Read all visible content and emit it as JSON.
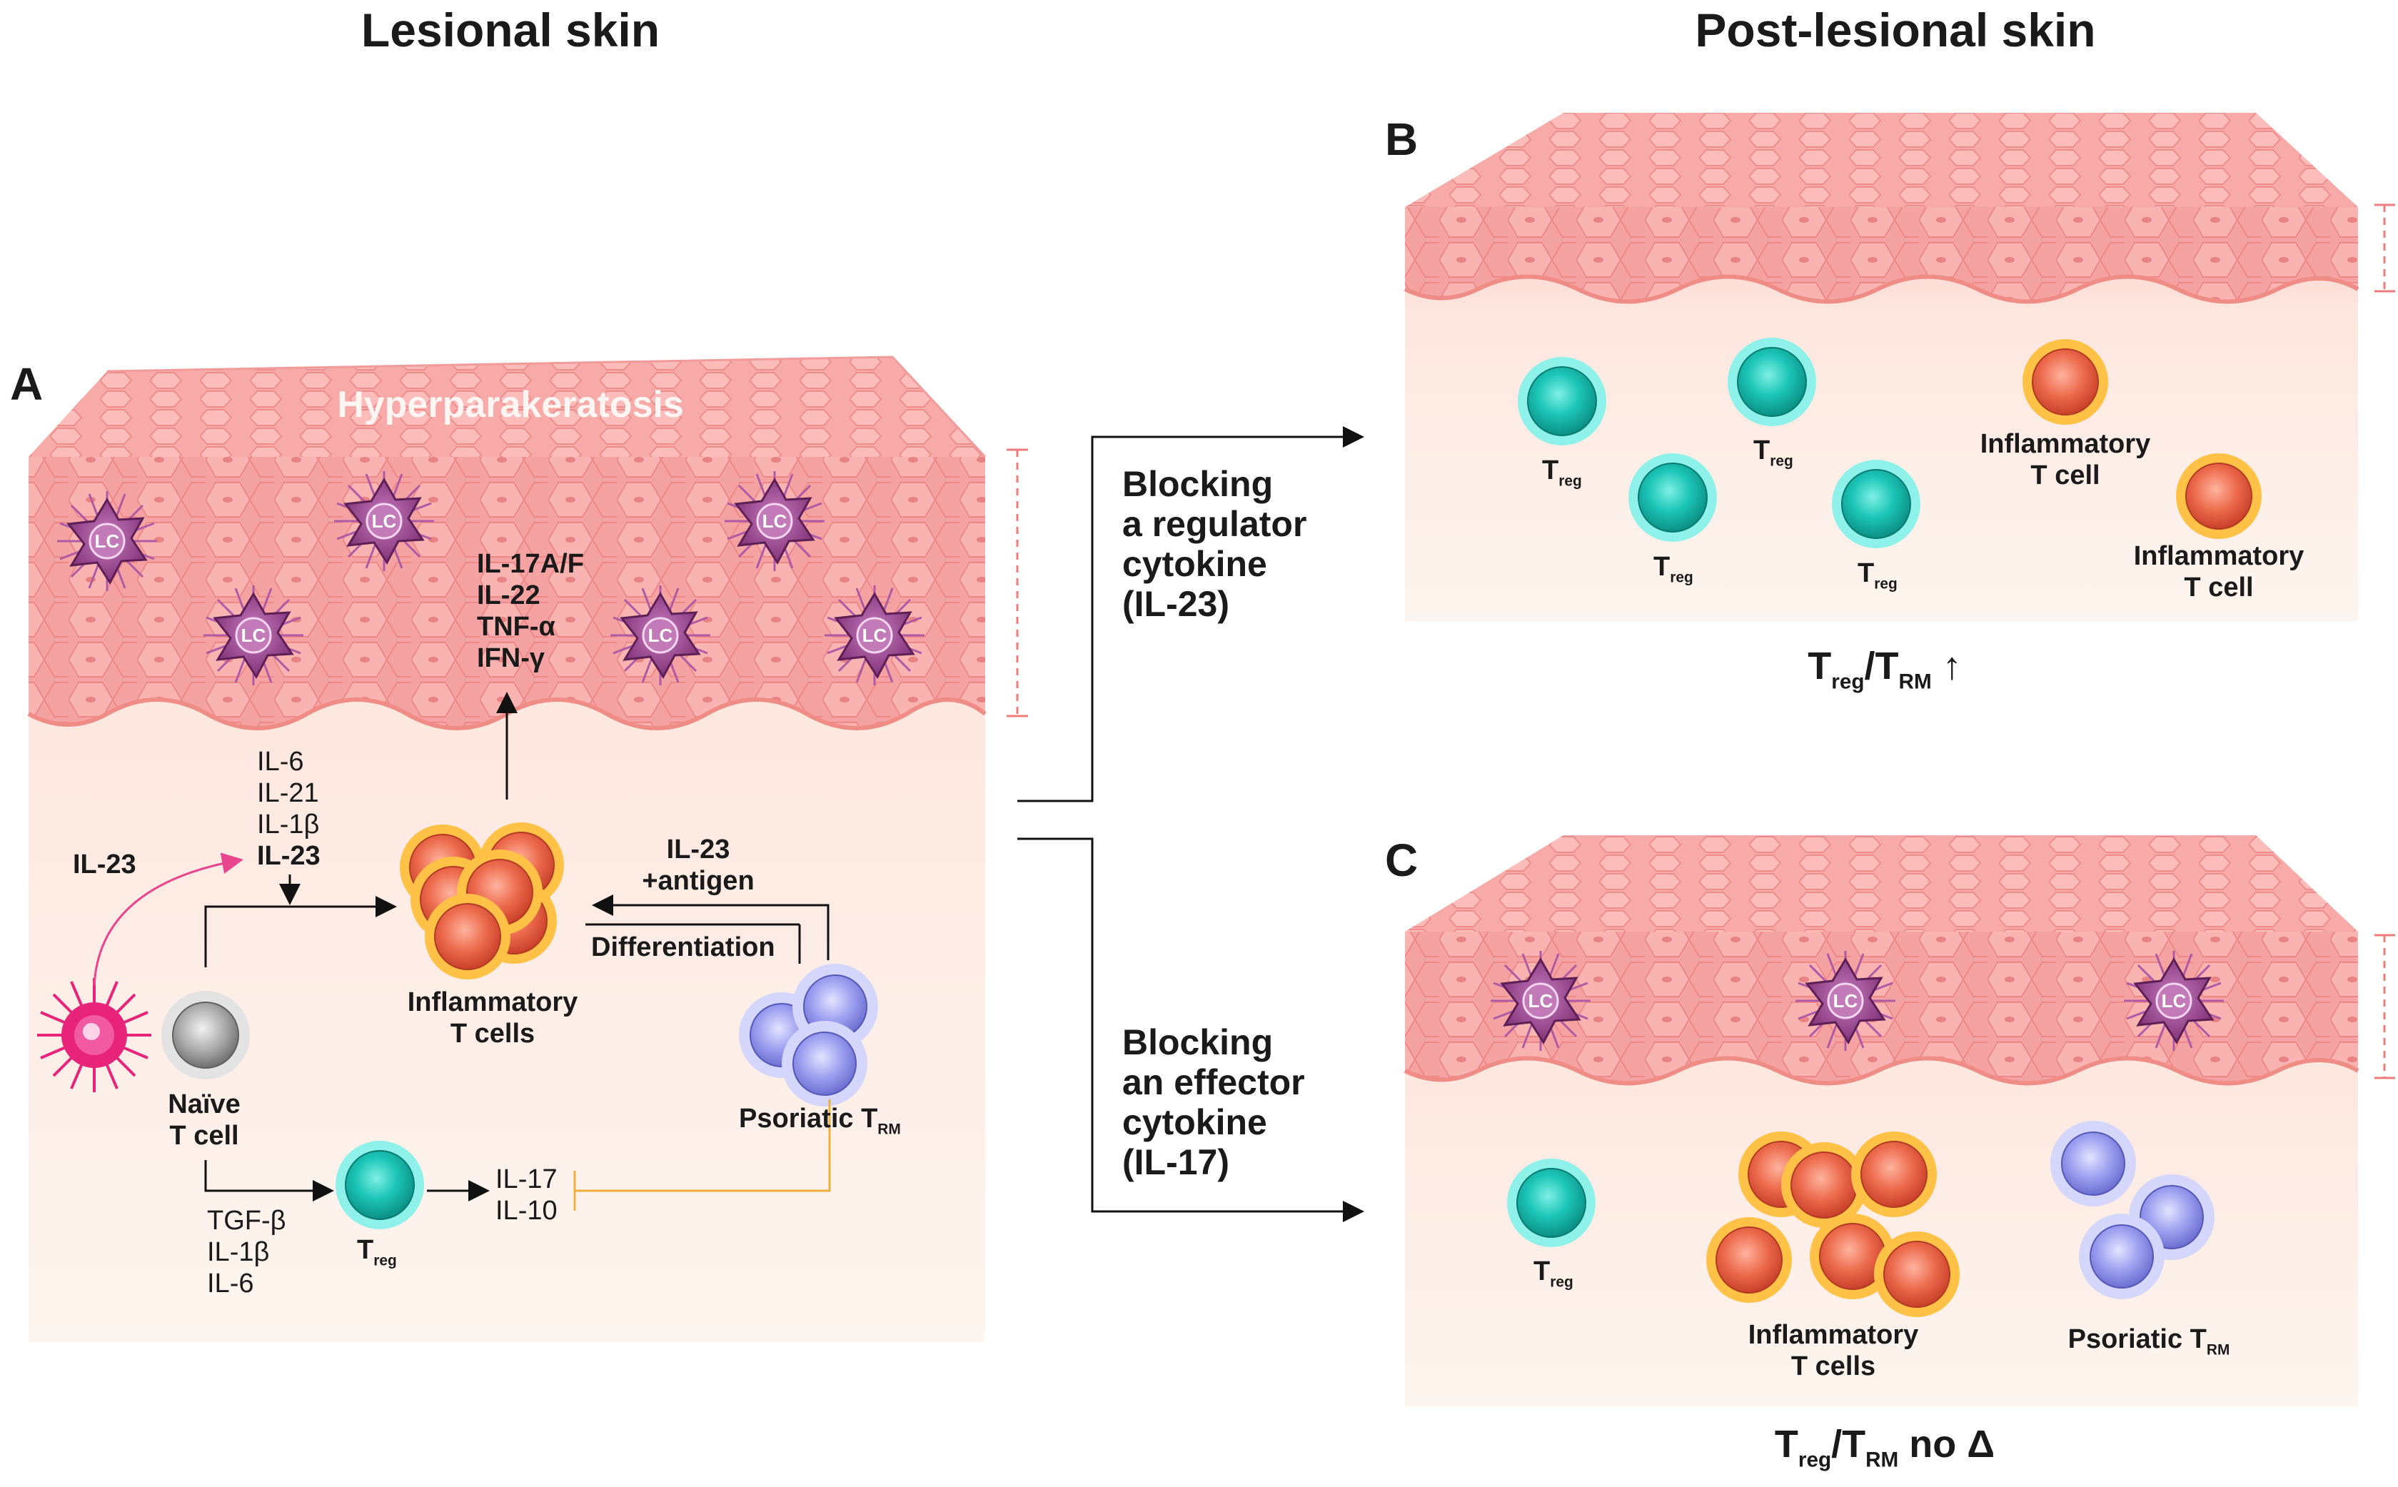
{
  "headings": {
    "left": "Lesional skin",
    "right": "Post-lesional skin"
  },
  "panels": {
    "a": {
      "letter": "A",
      "epidermis_label": "Hyperparakeratosis",
      "lc_label": "LC",
      "effector_cytokines": [
        "IL-17A/F",
        "IL-22",
        "TNF-α",
        "IFN-γ"
      ],
      "polarizing_cytokines": [
        "IL-6",
        "IL-21",
        "IL-1β",
        "IL-23"
      ],
      "il23_arrow": "IL-23",
      "il23_antigen": [
        "IL-23",
        "+antigen"
      ],
      "differentiation": "Differentiation",
      "inflammatory": [
        "Inflammatory",
        "T cells"
      ],
      "naive": [
        "Naïve",
        "T cell"
      ],
      "psoriatic_trm": {
        "main": "Psoriatic T",
        "sub": "RM"
      },
      "treg_cytokines": [
        "TGF-β",
        "IL-1β",
        "IL-6"
      ],
      "treg": {
        "main": "T",
        "sub": "reg"
      },
      "treg_outputs": [
        "IL-17",
        "IL-10"
      ]
    },
    "arrows": {
      "upper": [
        "Blocking",
        "a regulator",
        "cytokine",
        "(IL-23)"
      ],
      "lower": [
        "Blocking",
        "an effector",
        "cytokine",
        "(IL-17)"
      ]
    },
    "b": {
      "letter": "B",
      "treg": {
        "main": "T",
        "sub": "reg"
      },
      "inflammatory": [
        "Inflammatory",
        "T cell"
      ],
      "ratio": {
        "t1": "T",
        "s1": "reg",
        "slash": "/T",
        "s2": "RM",
        "tail": " ↑"
      }
    },
    "c": {
      "letter": "C",
      "lc_label": "LC",
      "treg": {
        "main": "T",
        "sub": "reg"
      },
      "inflammatory": [
        "Inflammatory",
        "T cells"
      ],
      "psoriatic_trm": {
        "main": "Psoriatic T",
        "sub": "RM"
      },
      "ratio": {
        "t1": "T",
        "s1": "reg",
        "slash": "/T",
        "s2": "RM",
        "tail": " no Δ"
      }
    }
  },
  "colors": {
    "epidermis": "#f5a1a1",
    "dermis": "#fdf5ef",
    "treg": "#1cc6b7",
    "inflammatory": "#ec6a4c",
    "trm": "#9d9ff0",
    "lc": "#9a3c8c",
    "dc": "#e8247a",
    "naive": "#9a9a9a",
    "il23_arrow": "#e9458f",
    "inhibit": "#f0b040"
  }
}
